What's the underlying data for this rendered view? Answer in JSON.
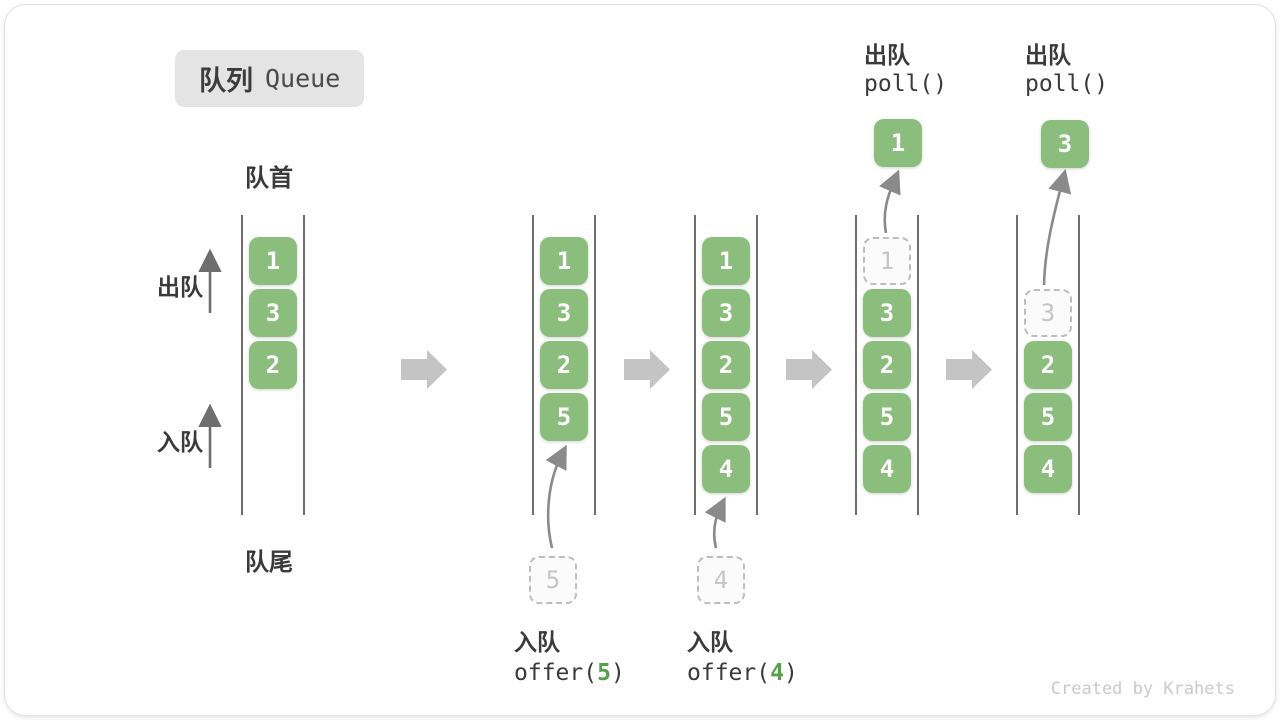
{
  "title": {
    "zh": "队列",
    "en": "Queue"
  },
  "labels": {
    "front": "队首",
    "rear": "队尾",
    "dequeue_side": "出队",
    "enqueue_side": "入队"
  },
  "colors": {
    "box_green": "#8bbe7c",
    "code_arg_green": "#55a14b",
    "block_arrow_gray": "#c4c4c4",
    "wall_line_gray": "#4a4a4a",
    "dashed_border_gray": "#bdbdbd",
    "text_dark": "#3a3a3a",
    "watermark_gray": "#c9c9c9",
    "badge_bg": "#e4e4e4"
  },
  "states": [
    {
      "boxes": [
        "1",
        "3",
        "2"
      ]
    },
    {
      "boxes": [
        "1",
        "3",
        "2",
        "5"
      ],
      "incoming": "5",
      "op": {
        "zh": "入队",
        "fn": "offer(",
        "arg": "5",
        "close": ")"
      }
    },
    {
      "boxes": [
        "1",
        "3",
        "2",
        "5",
        "4"
      ],
      "incoming": "4",
      "op": {
        "zh": "入队",
        "fn": "offer(",
        "arg": "4",
        "close": ")"
      }
    },
    {
      "removed": "1",
      "boxes": [
        "3",
        "2",
        "5",
        "4"
      ],
      "out": "1",
      "op": {
        "zh": "出队",
        "fn": "poll()"
      }
    },
    {
      "removed": "3",
      "boxes": [
        "2",
        "5",
        "4"
      ],
      "out": "3",
      "op": {
        "zh": "出队",
        "fn": "poll()"
      }
    }
  ],
  "watermark": "Created by Krahets"
}
